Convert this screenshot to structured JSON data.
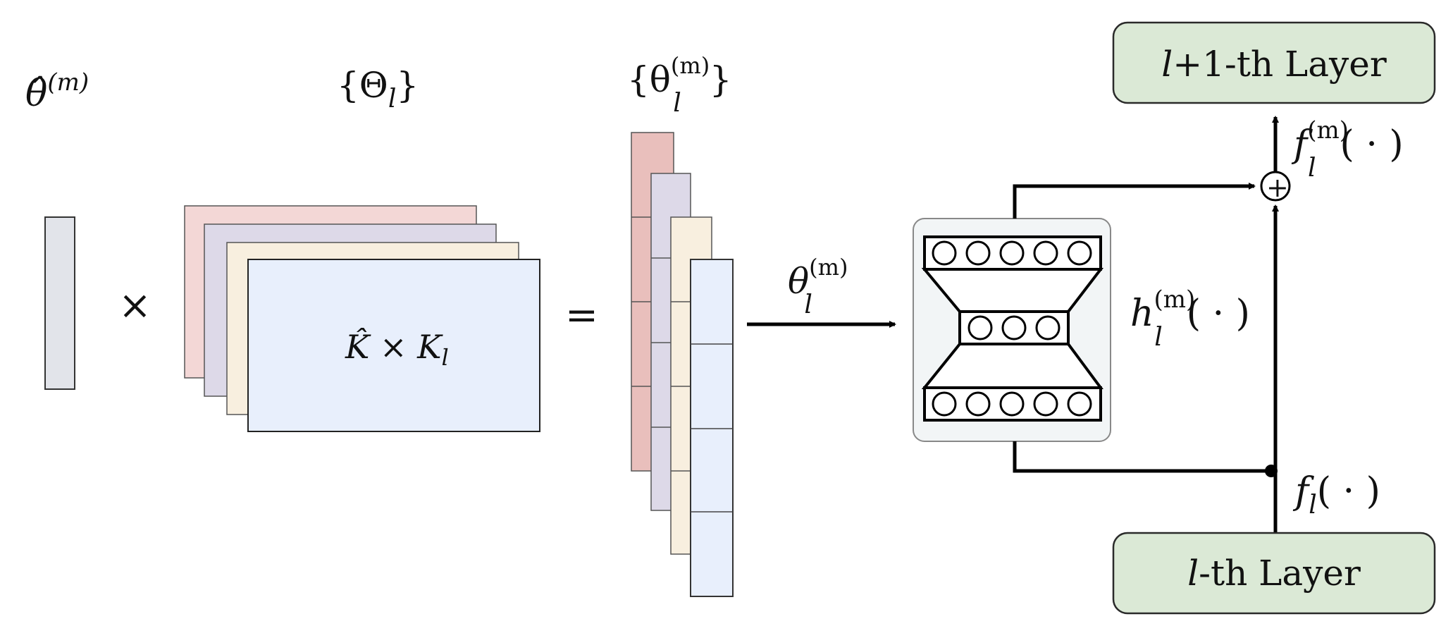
{
  "colors": {
    "pink": "#f3d7d6",
    "pink_dark": "#e9bfbc",
    "lavender": "#ddd9e8",
    "cream": "#f8efdf",
    "blue": "#e8effc",
    "gray_vector": "#e2e4ea",
    "layer_box": "#dbe9d6",
    "layer_border": "#2a2a2a",
    "adapter_bg": "#f2f5f6"
  },
  "labels": {
    "theta_hat": "θ̂",
    "theta_hat_sup": "(m)",
    "Theta_set_open": "{Θ",
    "Theta_set_sub": "l",
    "Theta_set_close": "}",
    "times": "×",
    "equals": "=",
    "theta_set_open": "{θ",
    "theta_set_sup": "(m)",
    "theta_set_sub": "l",
    "theta_set_close": "}",
    "matrix_dim_K": "K̂",
    "matrix_dim_times": " × ",
    "matrix_dim_Kl": "K",
    "matrix_dim_Kl_sub": "l",
    "arrow_theta": "θ",
    "arrow_theta_sup": "(m)",
    "arrow_theta_sub": "l",
    "h_main": "h",
    "h_sup": "(m)",
    "h_sub": "l",
    "h_arg": "( · )",
    "f_top_main": "f",
    "f_top_sup": "(m)",
    "f_top_sub": "l",
    "f_top_arg": "( · )",
    "f_bottom_main": "f",
    "f_bottom_sub": "l",
    "f_bottom_arg": "( · )",
    "plus": "+"
  },
  "layers": {
    "top_italic": "l",
    "top_rest": "+1-th Layer",
    "bottom_italic": "l",
    "bottom_rest": "-th Layer"
  }
}
